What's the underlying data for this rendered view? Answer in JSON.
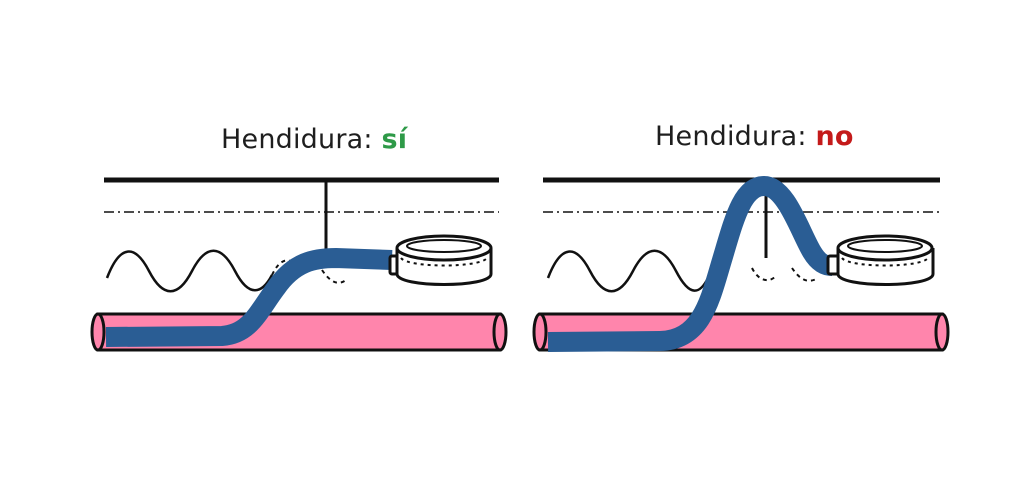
{
  "panels": [
    {
      "title_prefix": "Hendidura: ",
      "answer": "sí",
      "answer_color": "#2e9a48"
    },
    {
      "title_prefix": "Hendidura: ",
      "answer": "no",
      "answer_color": "#c41a1a"
    }
  ],
  "colors": {
    "line": "#111111",
    "pink_tube": "#ff85ac",
    "blue_hose": "#2a5d94",
    "background": "#ffffff"
  }
}
